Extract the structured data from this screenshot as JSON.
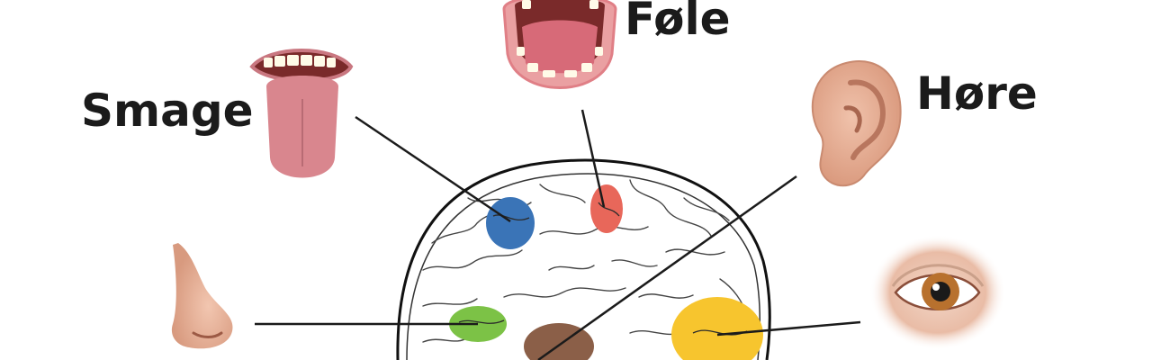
{
  "labels": {
    "taste": "Smage",
    "touch": "Føle",
    "hearing": "Høre"
  },
  "colors": {
    "taste_region": "#3a74b7",
    "touch_region": "#e8675a",
    "smell_region": "#7cc246",
    "center_region": "#8b5f48",
    "vision_region": "#f7c52e",
    "connector": "#1b1b1b",
    "skin": "#e8b299",
    "tongue": "#d9868e",
    "iris": "#b8712e"
  },
  "icons": [
    "tongue-mouth-icon",
    "open-mouth-icon",
    "ear-icon",
    "nose-icon",
    "eye-icon",
    "brain-icon"
  ]
}
